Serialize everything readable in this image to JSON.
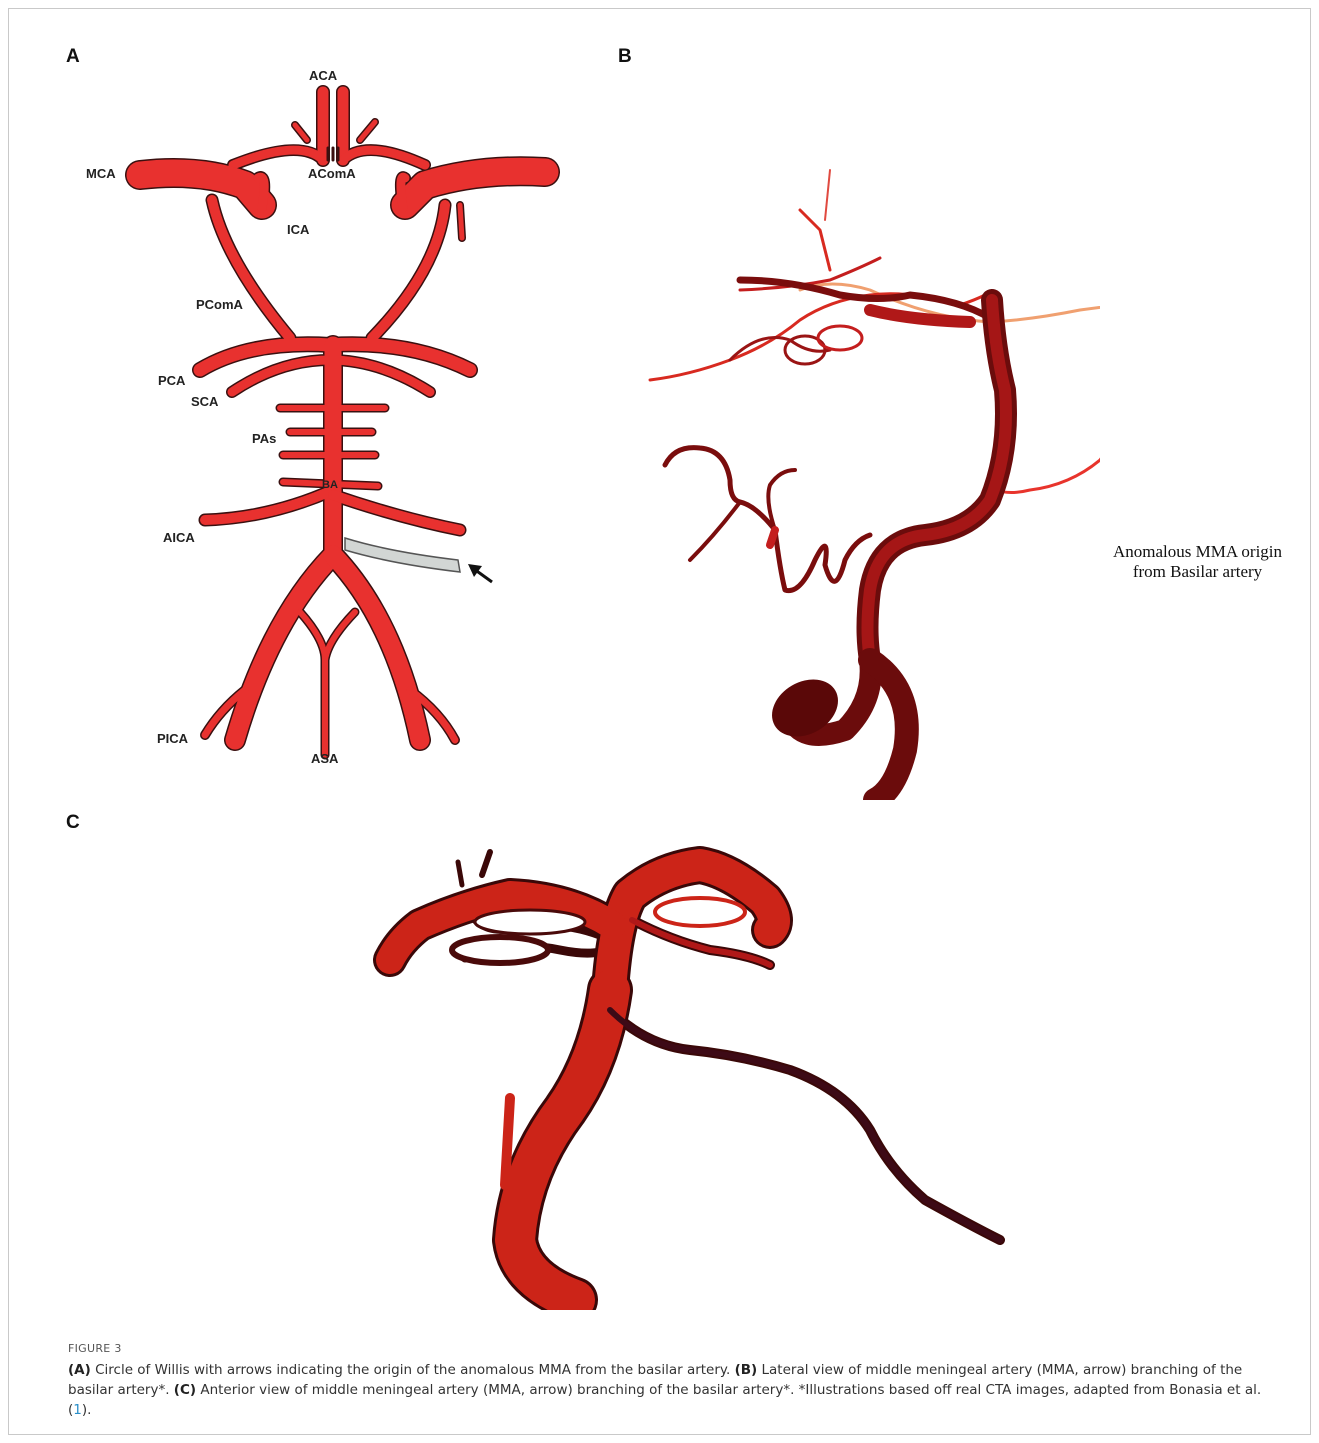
{
  "panels": {
    "A": "A",
    "B": "B",
    "C": "C"
  },
  "panelA_labels": {
    "aca": "ACA",
    "mca": "MCA",
    "acoma": "AComA",
    "ica": "ICA",
    "pcoma": "PComA",
    "pca": "PCA",
    "sca": "SCA",
    "pas": "PAs",
    "ba": "BA",
    "aica": "AICA",
    "pica": "PICA",
    "asa": "ASA"
  },
  "panelB_annotation": "Anomalous MMA origin from Basilar artery",
  "figure_label": "FIGURE 3",
  "caption": {
    "a_label": "(A)",
    "a_text": " Circle of Willis with arrows indicating the origin of the anomalous MMA from the basilar artery. ",
    "b_label": "(B)",
    "b_text": " Lateral view of middle meningeal artery (MMA, arrow) branching of the basilar artery*. ",
    "c_label": "(C)",
    "c_text": " Anterior view of middle meningeal artery (MMA, arrow) branching of the basilar artery*. *Illustrations based off real CTA images, adapted from Bonasia et al. (",
    "ref": "1",
    "end": ")."
  },
  "colors": {
    "artery_red": "#e8312f",
    "dark_vessel": "#7a0d0d",
    "bright_vessel": "#d8261e",
    "mma_grey": "#d2d6d4"
  }
}
